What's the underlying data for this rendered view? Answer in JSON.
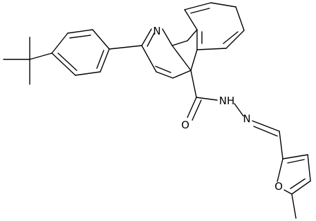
{
  "atoms": {
    "n_ring": "N",
    "o_carbonyl": "O",
    "nh_hydrazide": "NH",
    "n_imine": "N",
    "o_furan": "O"
  }
}
